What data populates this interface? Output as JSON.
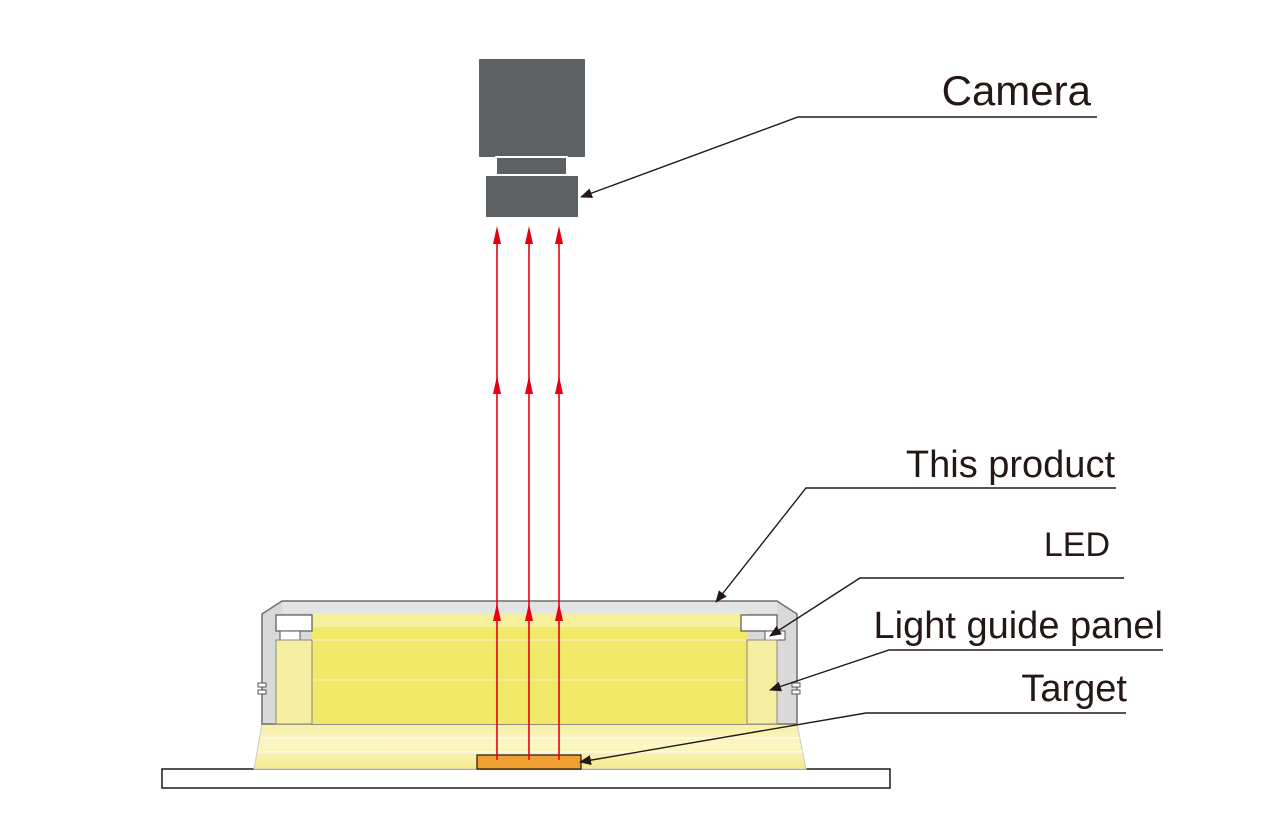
{
  "labels": {
    "camera": "Camera",
    "product": "This product",
    "led": "LED",
    "light_guide_panel": "Light guide panel",
    "target": "Target"
  },
  "colors": {
    "camera_body": "#5e6164",
    "ray": "#e60012",
    "light_guide": "#f2e86a",
    "led_glow": "#f5eea0",
    "housing": "#d9d9d9",
    "target": "#f0a030",
    "leader_line": "#231815"
  }
}
